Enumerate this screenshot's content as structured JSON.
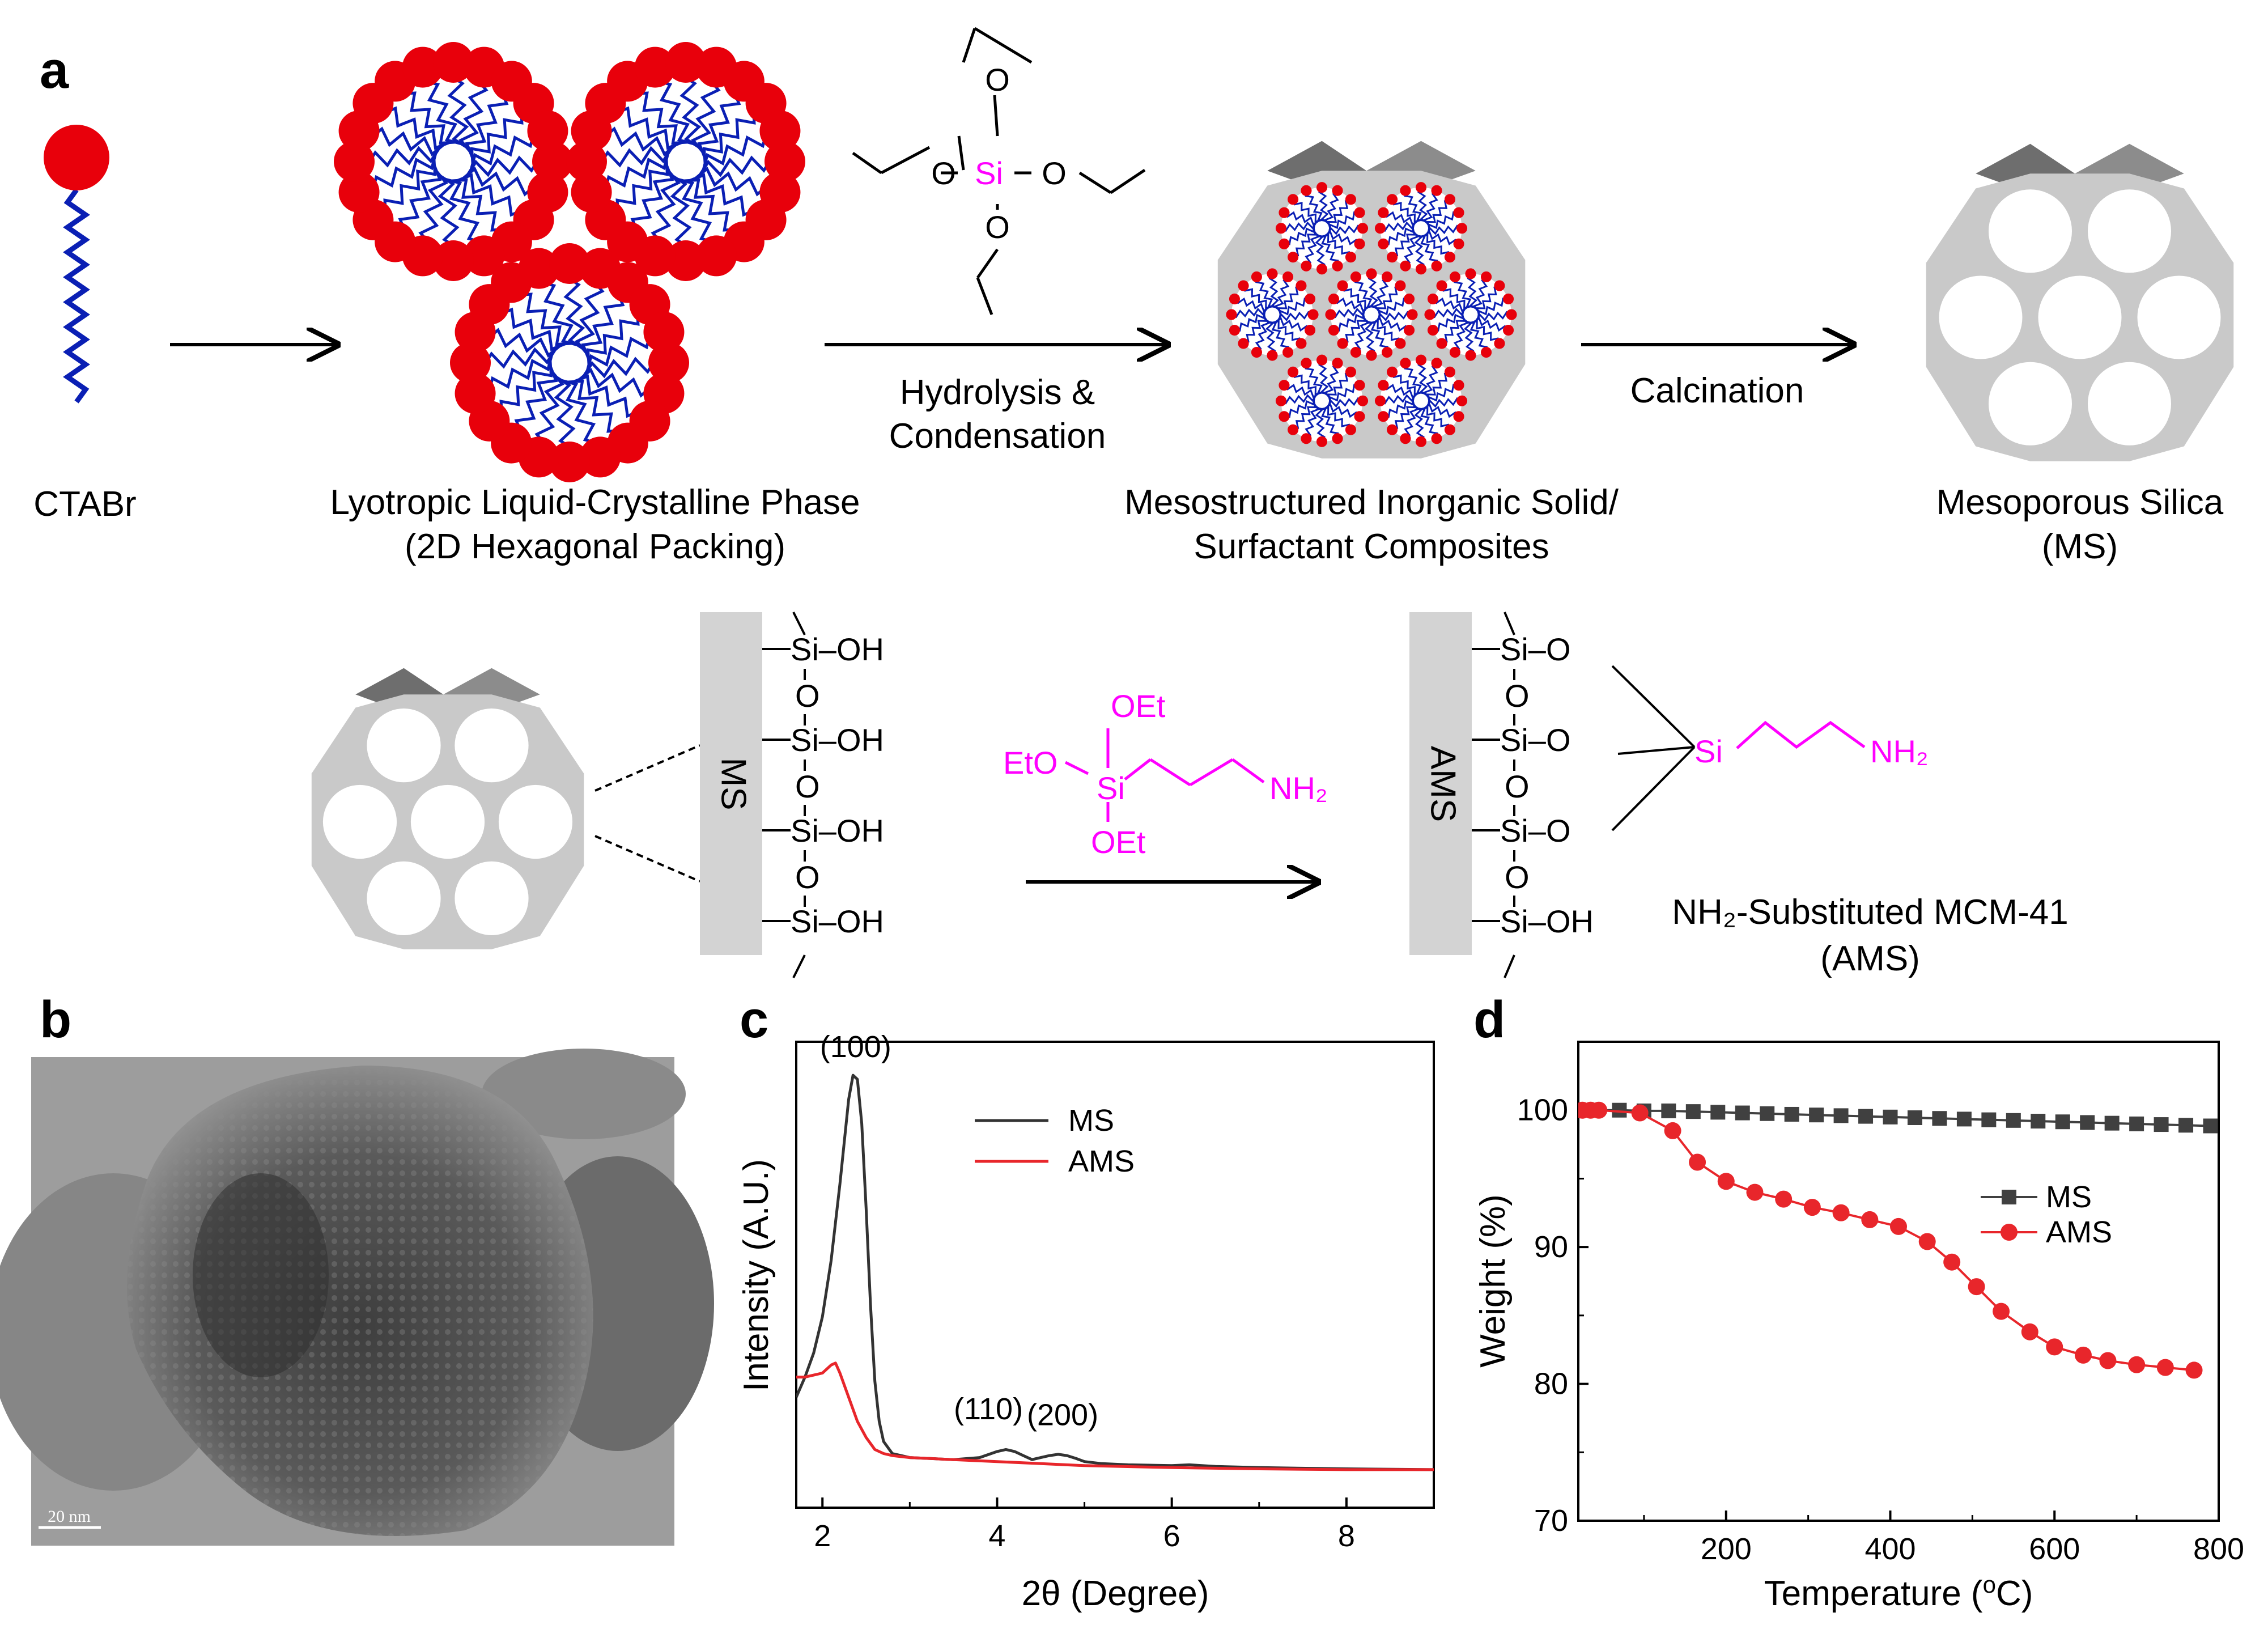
{
  "panel_labels": {
    "a": "a",
    "b": "b",
    "c": "c",
    "d": "d"
  },
  "scheme": {
    "ctab_label": "CTABr",
    "lc_phase_label_1": "Lyotropic Liquid-Crystalline Phase",
    "lc_phase_label_2": "(2D Hexagonal Packing)",
    "hydrolysis_label_1": "Hydrolysis &",
    "hydrolysis_label_2": "Condensation",
    "composite_label_1": "Mesostructured Inorganic Solid/",
    "composite_label_2": "Surfactant Composites",
    "calcination_label": "Calcination",
    "ms_label_1": "Mesoporous Silica",
    "ms_label_2": "(MS)",
    "teos": {
      "si": "Si",
      "o": "O"
    },
    "ms_bar_label": "MS",
    "ams_bar_label": "AMS",
    "si_oh": "Si–OH",
    "si_o": "Si–O",
    "o": "O",
    "aptes": {
      "oet": "OEt",
      "eto": "EtO",
      "si": "Si",
      "nh2": "NH₂"
    },
    "grafted": {
      "si": "Si",
      "nh2": "NH₂"
    },
    "ams_label_1": "NH₂-Substituted MCM-41",
    "ams_label_2": "(AMS)",
    "colors": {
      "headgroup": "#e8000b",
      "tail": "#0a1fb4",
      "silica": "#c9c9c9",
      "silica_dark": "#6e6e6e",
      "magenta": "#ff00ff"
    }
  },
  "tem": {
    "scale_bar_label": "20 nm"
  },
  "chart_data": [
    {
      "type": "line",
      "panel": "c",
      "xlabel": "2θ (Degree)",
      "ylabel": "Intensity (A.U.)",
      "xlim": [
        1.7,
        9.0
      ],
      "ylim": [
        0,
        1.0
      ],
      "xticks": [
        2,
        4,
        6,
        8
      ],
      "legend_position": "top-right",
      "annotations": [
        {
          "text": "(100)",
          "x": 2.38,
          "y": 1.0
        },
        {
          "text": "(110)",
          "x": 3.9,
          "y": 0.1
        },
        {
          "text": "(200)",
          "x": 4.75,
          "y": 0.085
        }
      ],
      "series": [
        {
          "name": "MS",
          "color": "#333333",
          "x": [
            1.7,
            1.8,
            1.9,
            2.0,
            2.1,
            2.2,
            2.3,
            2.35,
            2.4,
            2.45,
            2.5,
            2.55,
            2.6,
            2.65,
            2.7,
            2.8,
            3.0,
            3.5,
            3.8,
            4.0,
            4.1,
            4.2,
            4.3,
            4.4,
            4.5,
            4.6,
            4.7,
            4.8,
            4.9,
            5.0,
            5.2,
            5.5,
            6.0,
            6.2,
            6.5,
            7.0,
            8.0,
            9.0
          ],
          "y": [
            0.19,
            0.24,
            0.3,
            0.39,
            0.53,
            0.72,
            0.93,
            0.99,
            0.98,
            0.87,
            0.66,
            0.42,
            0.23,
            0.13,
            0.08,
            0.05,
            0.04,
            0.035,
            0.04,
            0.055,
            0.06,
            0.055,
            0.045,
            0.035,
            0.04,
            0.045,
            0.048,
            0.045,
            0.038,
            0.03,
            0.025,
            0.022,
            0.02,
            0.022,
            0.018,
            0.015,
            0.012,
            0.01
          ]
        },
        {
          "name": "AMS",
          "color": "#e8262b",
          "x": [
            1.7,
            1.8,
            1.9,
            2.0,
            2.1,
            2.15,
            2.2,
            2.3,
            2.4,
            2.5,
            2.6,
            2.7,
            2.8,
            3.0,
            3.5,
            4.0,
            4.5,
            5.0,
            6.0,
            7.0,
            8.0,
            9.0
          ],
          "y": [
            0.24,
            0.24,
            0.245,
            0.25,
            0.27,
            0.275,
            0.25,
            0.19,
            0.13,
            0.09,
            0.06,
            0.05,
            0.045,
            0.04,
            0.035,
            0.03,
            0.025,
            0.02,
            0.015,
            0.012,
            0.01,
            0.01
          ]
        }
      ]
    },
    {
      "type": "line",
      "panel": "d",
      "xlabel": "Temperature (oC)",
      "xlabel_parts": {
        "before": "Temperature (",
        "sup": "o",
        "after": "C)"
      },
      "ylabel": "Weight (%)",
      "xlim": [
        20,
        800
      ],
      "ylim": [
        70,
        105
      ],
      "xticks": [
        200,
        400,
        600,
        800
      ],
      "yticks": [
        70,
        80,
        90,
        100
      ],
      "legend_position": "center-right",
      "series": [
        {
          "name": "MS",
          "color": "#404040",
          "marker": "square",
          "x": [
            25,
            40,
            70,
            100,
            130,
            160,
            190,
            220,
            250,
            280,
            310,
            340,
            370,
            400,
            430,
            460,
            490,
            520,
            550,
            580,
            610,
            640,
            670,
            700,
            730,
            760,
            790
          ],
          "y": [
            100,
            100,
            100,
            99.95,
            99.95,
            99.9,
            99.85,
            99.8,
            99.75,
            99.7,
            99.65,
            99.6,
            99.55,
            99.5,
            99.45,
            99.4,
            99.35,
            99.3,
            99.25,
            99.2,
            99.15,
            99.1,
            99.05,
            99.0,
            98.95,
            98.9,
            98.85
          ]
        },
        {
          "name": "AMS",
          "color": "#e8262b",
          "marker": "circle",
          "x": [
            25,
            35,
            45,
            95,
            135,
            165,
            200,
            235,
            270,
            305,
            340,
            375,
            410,
            445,
            475,
            505,
            535,
            570,
            600,
            635,
            665,
            700,
            735,
            770
          ],
          "y": [
            100,
            100,
            100,
            99.8,
            98.5,
            96.2,
            94.8,
            94.0,
            93.5,
            92.9,
            92.5,
            92.0,
            91.5,
            90.4,
            88.9,
            87.1,
            85.3,
            83.8,
            82.7,
            82.1,
            81.7,
            81.4,
            81.2,
            81.0
          ]
        }
      ]
    }
  ]
}
